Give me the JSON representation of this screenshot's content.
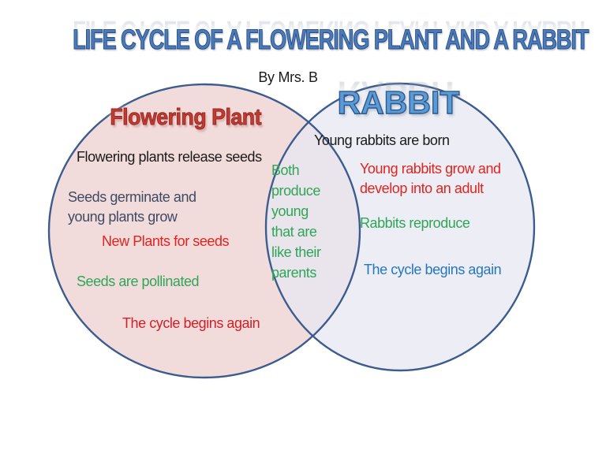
{
  "palette": {
    "title_blue": "#4a7ab8",
    "title_stroke": "#2a4f85",
    "title_reflection": "#93a0b5",
    "plant_red": "#c23a31",
    "plant_red_stroke": "#8e2a22",
    "rabbit_blue": "#5b9bd5",
    "rabbit_stroke": "#2d5a8e",
    "rabbit_reflection": "#98a0ac",
    "black": "#1b1b1b",
    "dark_slate": "#3f4a63",
    "red": "#e0241f",
    "dark_red": "#cf2127",
    "green": "#2fa558",
    "blue": "#2577bd",
    "left_fill": "#f2dcdb",
    "right_fill": "#e7e8f2",
    "circle_stroke": "#3d5c8e"
  },
  "slide": {
    "title": "LIFE CYCLE OF A FLOWERING PLANT AND A RABBIT",
    "byline": "By Mrs. B"
  },
  "plant": {
    "heading": "Flowering Plant",
    "release": "Flowering plants release seeds",
    "germinate": "Seeds germinate and\nyoung plants grow",
    "new_plants": "New Plants for seeds",
    "pollinated": "Seeds are pollinated",
    "cycle": "The cycle begins again"
  },
  "both": {
    "text": "Both\nproduce\nyoung\nthat are\nlike their\nparents"
  },
  "rabbit": {
    "heading": "RABBIT",
    "born": "Young rabbits are born",
    "grow": "Young rabbits grow and\ndevelop into an adult",
    "reproduce": "Rabbits reproduce",
    "cycle": "The cycle begins again"
  }
}
